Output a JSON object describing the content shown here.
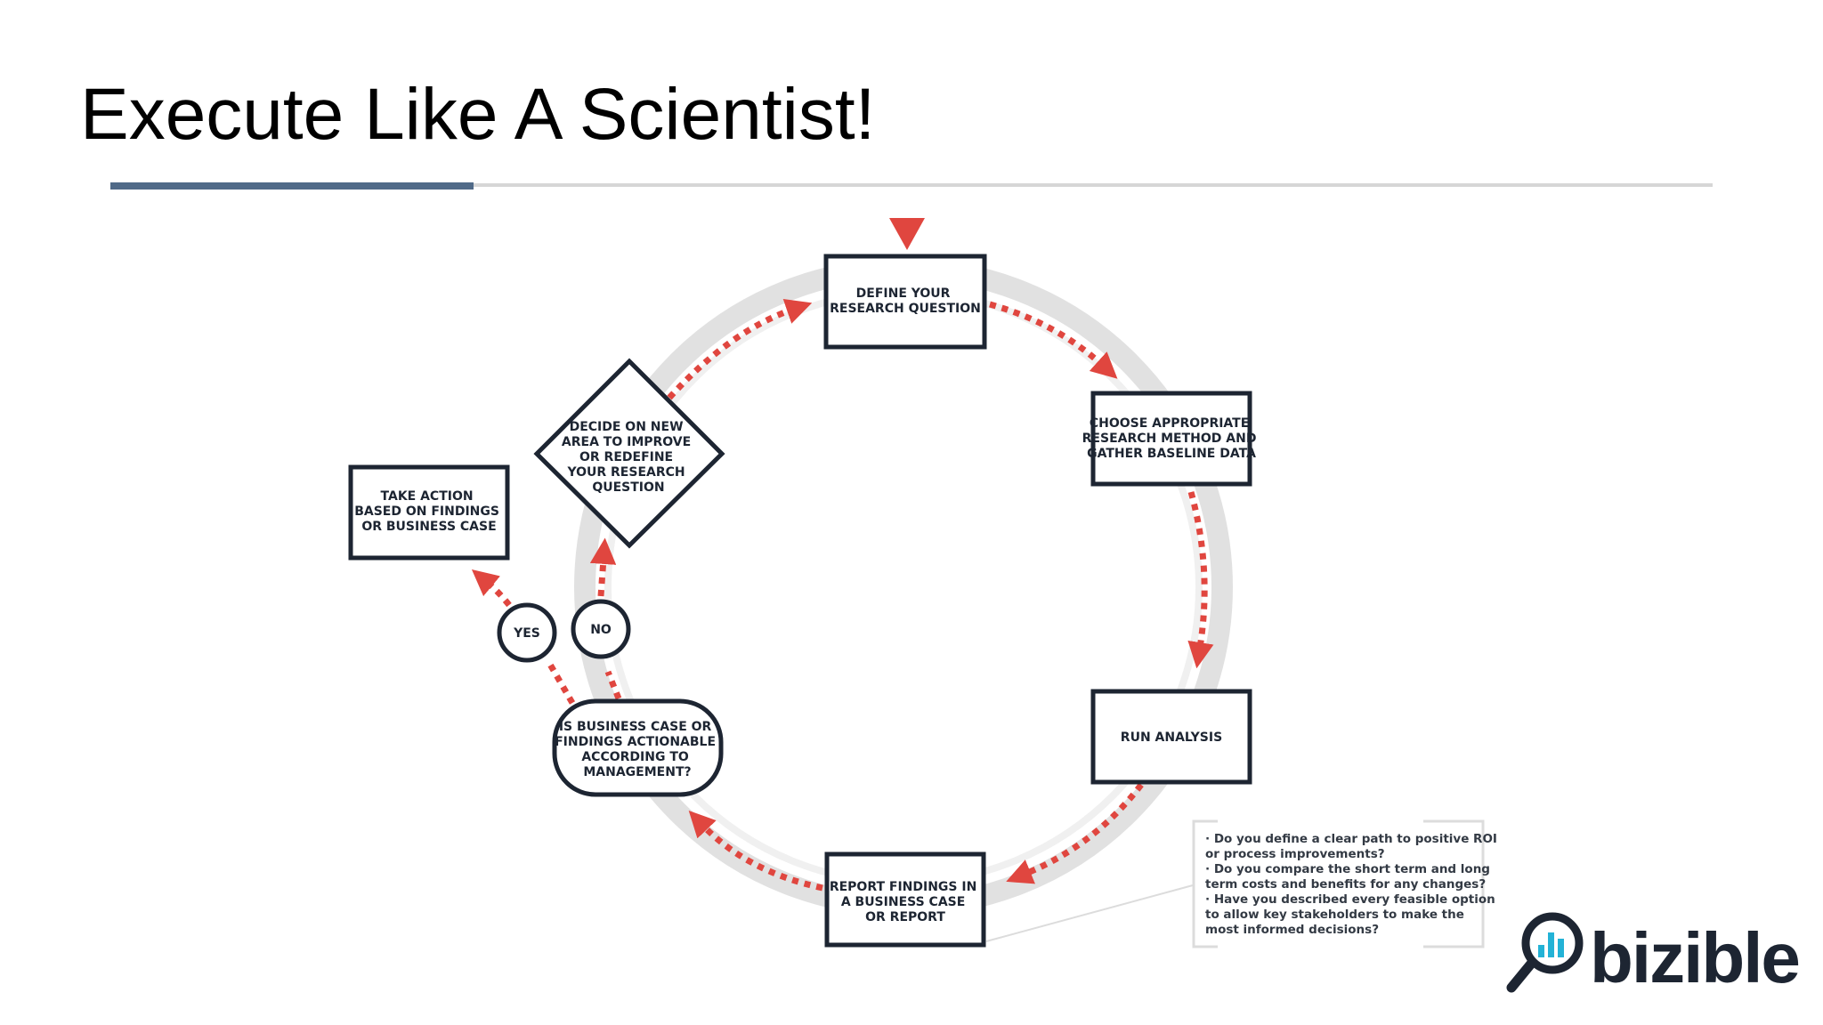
{
  "slide": {
    "title": "Execute Like A Scientist!"
  },
  "diagram": {
    "steps": {
      "define": [
        "DEFINE YOUR",
        "RESEARCH QUESTION"
      ],
      "choose": [
        "CHOOSE APPROPRIATE",
        "RESEARCH METHOD AND",
        "GATHER BASELINE DATA"
      ],
      "analysis": [
        "RUN ANALYSIS"
      ],
      "report": [
        "REPORT FINDINGS IN",
        "A BUSINESS CASE",
        "OR REPORT"
      ],
      "actionable": [
        "IS BUSINESS CASE OR",
        "FINDINGS ACTIONABLE",
        "ACCORDING TO",
        "MANAGEMENT?"
      ],
      "decide": [
        "DECIDE ON NEW",
        "AREA TO IMPROVE",
        "OR REDEFINE",
        "YOUR RESEARCH",
        "QUESTION"
      ],
      "take_action": [
        "TAKE ACTION",
        "BASED ON FINDINGS",
        "OR BUSINESS CASE"
      ]
    },
    "yes_label": "YES",
    "no_label": "NO",
    "note_lines": [
      "· Do you define a clear path to positive ROI",
      "or process improvements?",
      "· Do you compare the short term and long",
      "term costs and benefits for any changes?",
      "· Have you described every feasible option",
      "to allow key stakeholders to make the",
      "most informed decisions?"
    ]
  },
  "logo": {
    "text": "bizible"
  },
  "colors": {
    "arrow": "#e0463f",
    "ring": "#e1e1e1",
    "box_border": "#1d2532",
    "rule_accent": "#506a88"
  }
}
